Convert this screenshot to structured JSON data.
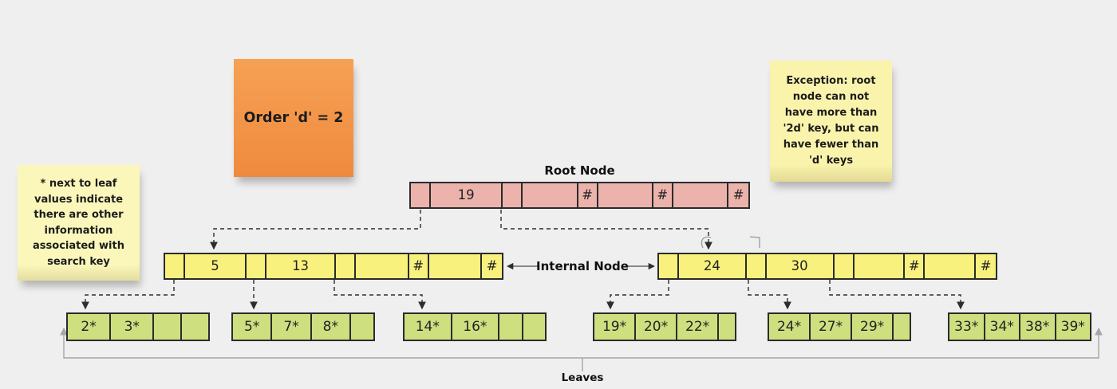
{
  "colors": {
    "bg": "#f0efef",
    "ink": "#1c1c1c",
    "cell-border": "#2b2b2b",
    "root-fill": "#ebb3ab",
    "internal-fill": "#f8f17d",
    "leaf-fill": "#cedf80",
    "note-yellow": "#fbf7bb",
    "note-yellow2": "#faf3ac",
    "note-orange-top": "#f6a155",
    "note-orange-bottom": "#ef8a3d",
    "edge": "#2d2d2d",
    "chain": "#a6a6a6"
  },
  "labels": {
    "root": "Root Node",
    "internal": "Internal Node",
    "leaves": "Leaves"
  },
  "notes": {
    "order": {
      "text": "Order 'd' = 2"
    },
    "leaf_legend": {
      "text": "* next to leaf values indicate there are other information associated with search key"
    },
    "root_exception": {
      "text": "Exception: root node can not have more than '2d' key, but can have fewer than 'd' keys"
    }
  },
  "tree": {
    "root": {
      "cells": [
        {
          "t": "p",
          "v": ""
        },
        {
          "t": "k",
          "v": "19"
        },
        {
          "t": "p",
          "v": ""
        },
        {
          "t": "k",
          "v": ""
        },
        {
          "t": "p",
          "v": "#"
        },
        {
          "t": "k",
          "v": ""
        },
        {
          "t": "p",
          "v": "#"
        },
        {
          "t": "k",
          "v": ""
        },
        {
          "t": "p",
          "v": "#"
        }
      ]
    },
    "internal_nodes": [
      {
        "cells": [
          {
            "t": "p",
            "v": ""
          },
          {
            "t": "k",
            "v": "5"
          },
          {
            "t": "p",
            "v": ""
          },
          {
            "t": "k",
            "v": "13"
          },
          {
            "t": "p",
            "v": ""
          },
          {
            "t": "k",
            "v": ""
          },
          {
            "t": "p",
            "v": "#"
          },
          {
            "t": "k",
            "v": ""
          },
          {
            "t": "p",
            "v": "#"
          }
        ]
      },
      {
        "cells": [
          {
            "t": "p",
            "v": ""
          },
          {
            "t": "k",
            "v": "24"
          },
          {
            "t": "p",
            "v": ""
          },
          {
            "t": "k",
            "v": "30"
          },
          {
            "t": "p",
            "v": ""
          },
          {
            "t": "k",
            "v": ""
          },
          {
            "t": "p",
            "v": "#"
          },
          {
            "t": "k",
            "v": ""
          },
          {
            "t": "p",
            "v": "#"
          }
        ]
      }
    ],
    "leaf_nodes": [
      {
        "values": [
          "2*",
          "3*",
          "",
          ""
        ]
      },
      {
        "values": [
          "5*",
          "7*",
          "8*",
          ""
        ]
      },
      {
        "values": [
          "14*",
          "16*",
          "",
          ""
        ]
      },
      {
        "values": [
          "19*",
          "20*",
          "22*",
          ""
        ]
      },
      {
        "values": [
          "24*",
          "27*",
          "29*",
          ""
        ]
      },
      {
        "values": [
          "33*",
          "34*",
          "38*",
          "39*"
        ]
      }
    ]
  }
}
